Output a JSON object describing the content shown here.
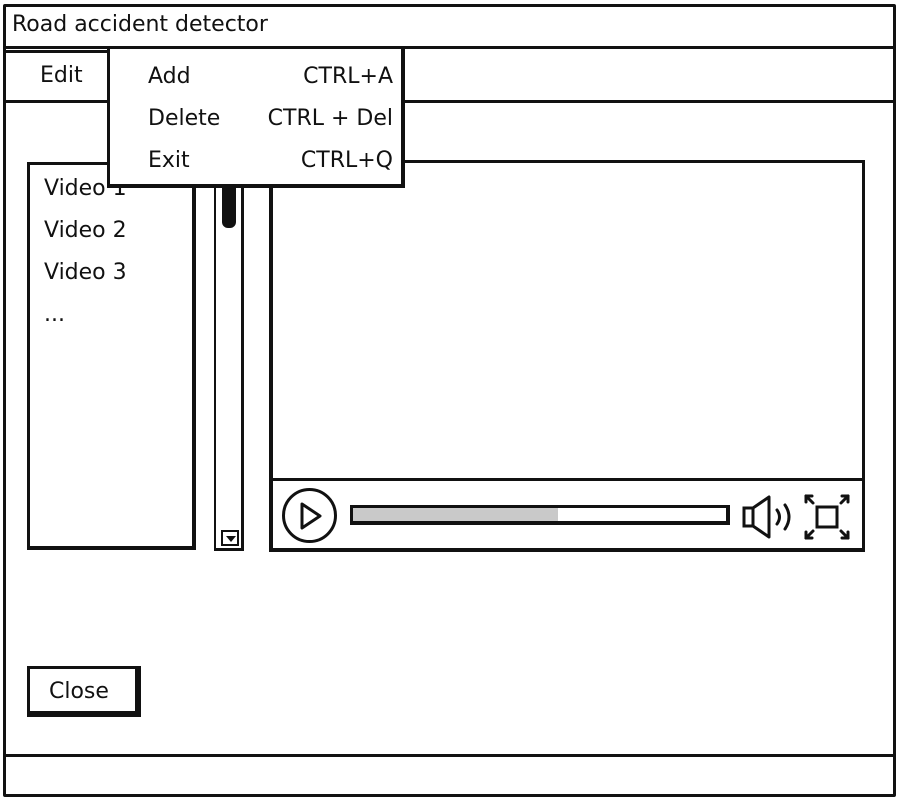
{
  "window": {
    "title": "Road accident detector"
  },
  "menubar": {
    "edit_label": "Edit"
  },
  "edit_menu": {
    "items": [
      {
        "label": "Add",
        "shortcut": "CTRL+A"
      },
      {
        "label": "Delete",
        "shortcut": "CTRL + Del"
      },
      {
        "label": "Exit",
        "shortcut": "CTRL+Q"
      }
    ]
  },
  "video_list": {
    "items": [
      "Video 1",
      "Video 2",
      "Video 3",
      "..."
    ]
  },
  "player": {
    "progress_fraction": 0.55
  },
  "footer": {
    "close_label": "Close"
  },
  "icons": {
    "play": "play-icon",
    "volume": "speaker-volume-icon",
    "fullscreen": "fullscreen-icon",
    "scroll_down": "scroll-down-arrow-icon"
  },
  "colors": {
    "line": "#111111",
    "background": "#ffffff",
    "progress_fill": "#c9c9c9"
  }
}
